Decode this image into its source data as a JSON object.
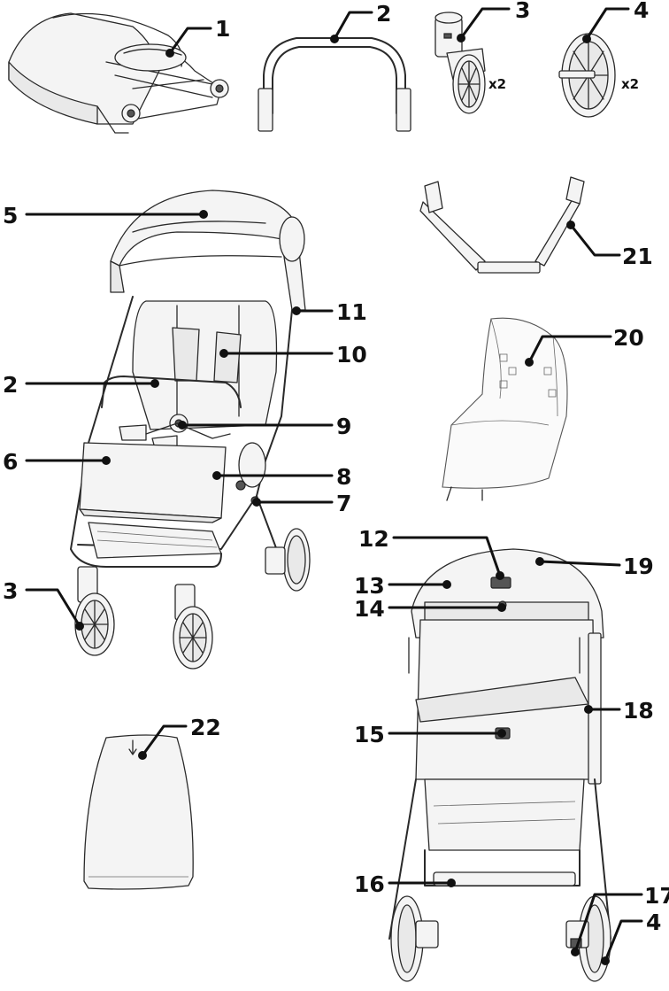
{
  "callouts": {
    "c1": "1",
    "c2a": "2",
    "c3a": "3",
    "c4a": "4",
    "c5": "5",
    "c11": "11",
    "c10": "10",
    "c2b": "2",
    "c9": "9",
    "c6": "6",
    "c8": "8",
    "c7": "7",
    "c3b": "3",
    "c21": "21",
    "c20": "20",
    "c12": "12",
    "c19": "19",
    "c13": "13",
    "c14": "14",
    "c18": "18",
    "c15": "15",
    "c22": "22",
    "c16": "16",
    "c17": "17",
    "c4b": "4"
  },
  "quantities": {
    "front_wheels": "x2",
    "rear_wheels": "x2"
  }
}
